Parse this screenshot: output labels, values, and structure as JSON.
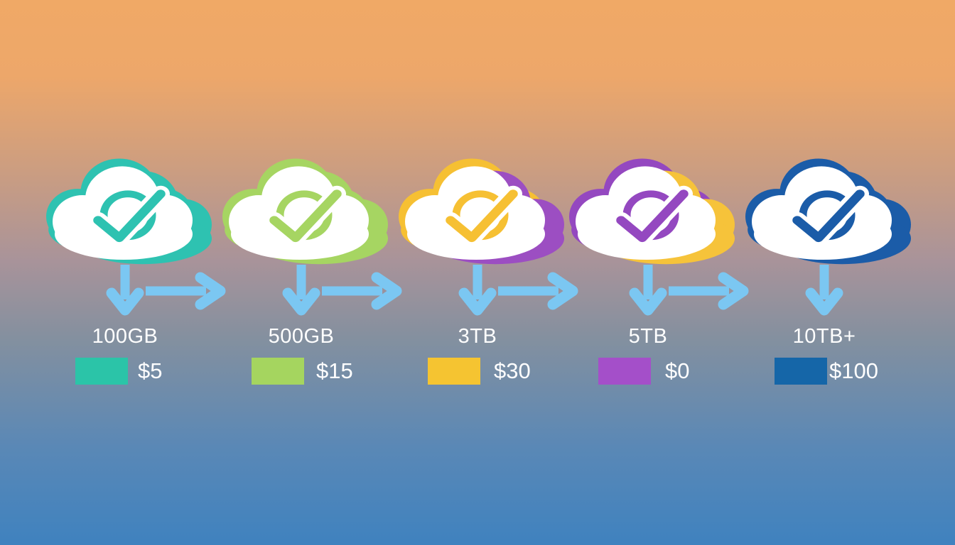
{
  "colors": {
    "background_top": "#F0A966",
    "background_middle": "#A8939A",
    "background_bottom": "#3F82BF",
    "arrow": "#7BC7F2",
    "text": "#FFFFFF",
    "cloud_white": "#FFFFFF"
  },
  "tiers": [
    {
      "storage_label": "100GB",
      "price_label": "$5",
      "cloud_color": "#2EC2B1",
      "back_top_color": "#2EC2B1",
      "back_bottom_color": "#2EC2B1",
      "check_color": "#2EC2B1",
      "swatch_color": "#2BC4A8",
      "icon": "cloud-check-icon"
    },
    {
      "storage_label": "500GB",
      "price_label": "$15",
      "cloud_color": "#A6D562",
      "back_top_color": "#A6D562",
      "back_bottom_color": "#A6D562",
      "check_color": "#A6D562",
      "swatch_color": "#A5D55F",
      "icon": "cloud-check-icon"
    },
    {
      "storage_label": "3TB",
      "price_label": "$30",
      "cloud_color": "#F6C033",
      "back_top_color": "#F6C033",
      "back_bottom_color": "#9C4EC2",
      "check_color": "#F6C033",
      "swatch_color": "#F5C431",
      "icon": "cloud-check-icon"
    },
    {
      "storage_label": "5TB",
      "price_label": "$0",
      "cloud_color": "#9448C0",
      "back_top_color": "#9448C0",
      "back_bottom_color": "#F6C33A",
      "check_color": "#9448C0",
      "swatch_color": "#A44FC9",
      "icon": "cloud-check-icon"
    },
    {
      "storage_label": "10TB+",
      "price_label": "$100",
      "cloud_color": "#1B5CA8",
      "back_top_color": "#1B5CA8",
      "back_bottom_color": "#1B5CA8",
      "check_color": "#1B5CA8",
      "swatch_color": "#1566A8",
      "icon": "cloud-check-icon"
    }
  ]
}
